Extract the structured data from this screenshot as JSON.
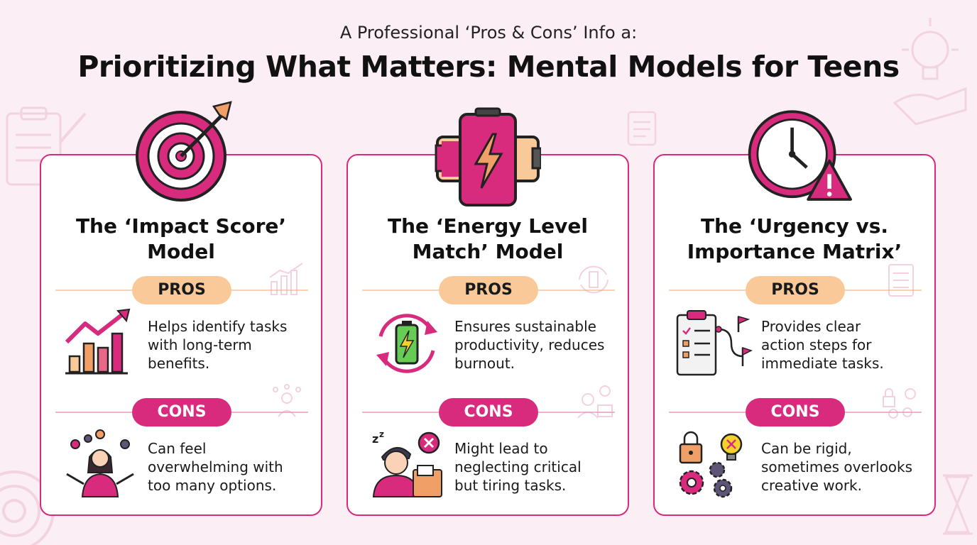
{
  "header": {
    "subtitle": "A Professional ‘Pros & Cons’ Info a:",
    "title": "Prioritizing What Matters: Mental Models for Teens"
  },
  "cards": [
    {
      "title_line1": "The ‘Impact Score’",
      "title_line2": "Model",
      "hero_icon": "target-icon",
      "pros_label": "PROS",
      "pros_text": [
        "Helps identify tasks",
        "with long-term",
        "benefits."
      ],
      "cons_label": "CONS",
      "cons_text": [
        "Can feel",
        "overwhelming with",
        "too many options."
      ]
    },
    {
      "title_line1": "The ‘Energy Level",
      "title_line2": "Match’ Model",
      "hero_icon": "battery-icon",
      "pros_label": "PROS",
      "pros_text": [
        "Ensures sustainable",
        "productivity, reduces",
        "burnout."
      ],
      "cons_label": "CONS",
      "cons_text": [
        "Might lead to",
        "neglecting critical",
        "but tiring tasks."
      ]
    },
    {
      "title_line1": "The ‘Urgency vs.",
      "title_line2": "Importance Matrix’",
      "hero_icon": "clock-alert-icon",
      "pros_label": "PROS",
      "pros_text": [
        "Provides clear",
        "action steps for",
        "immediate tasks."
      ],
      "cons_label": "CONS",
      "cons_text": [
        "Can be rigid,",
        "sometimes overlooks",
        "creative work."
      ]
    }
  ],
  "colors": {
    "accent": "#d92b7d",
    "pros_pill": "#f9c99a",
    "background": "#fbeef4"
  }
}
